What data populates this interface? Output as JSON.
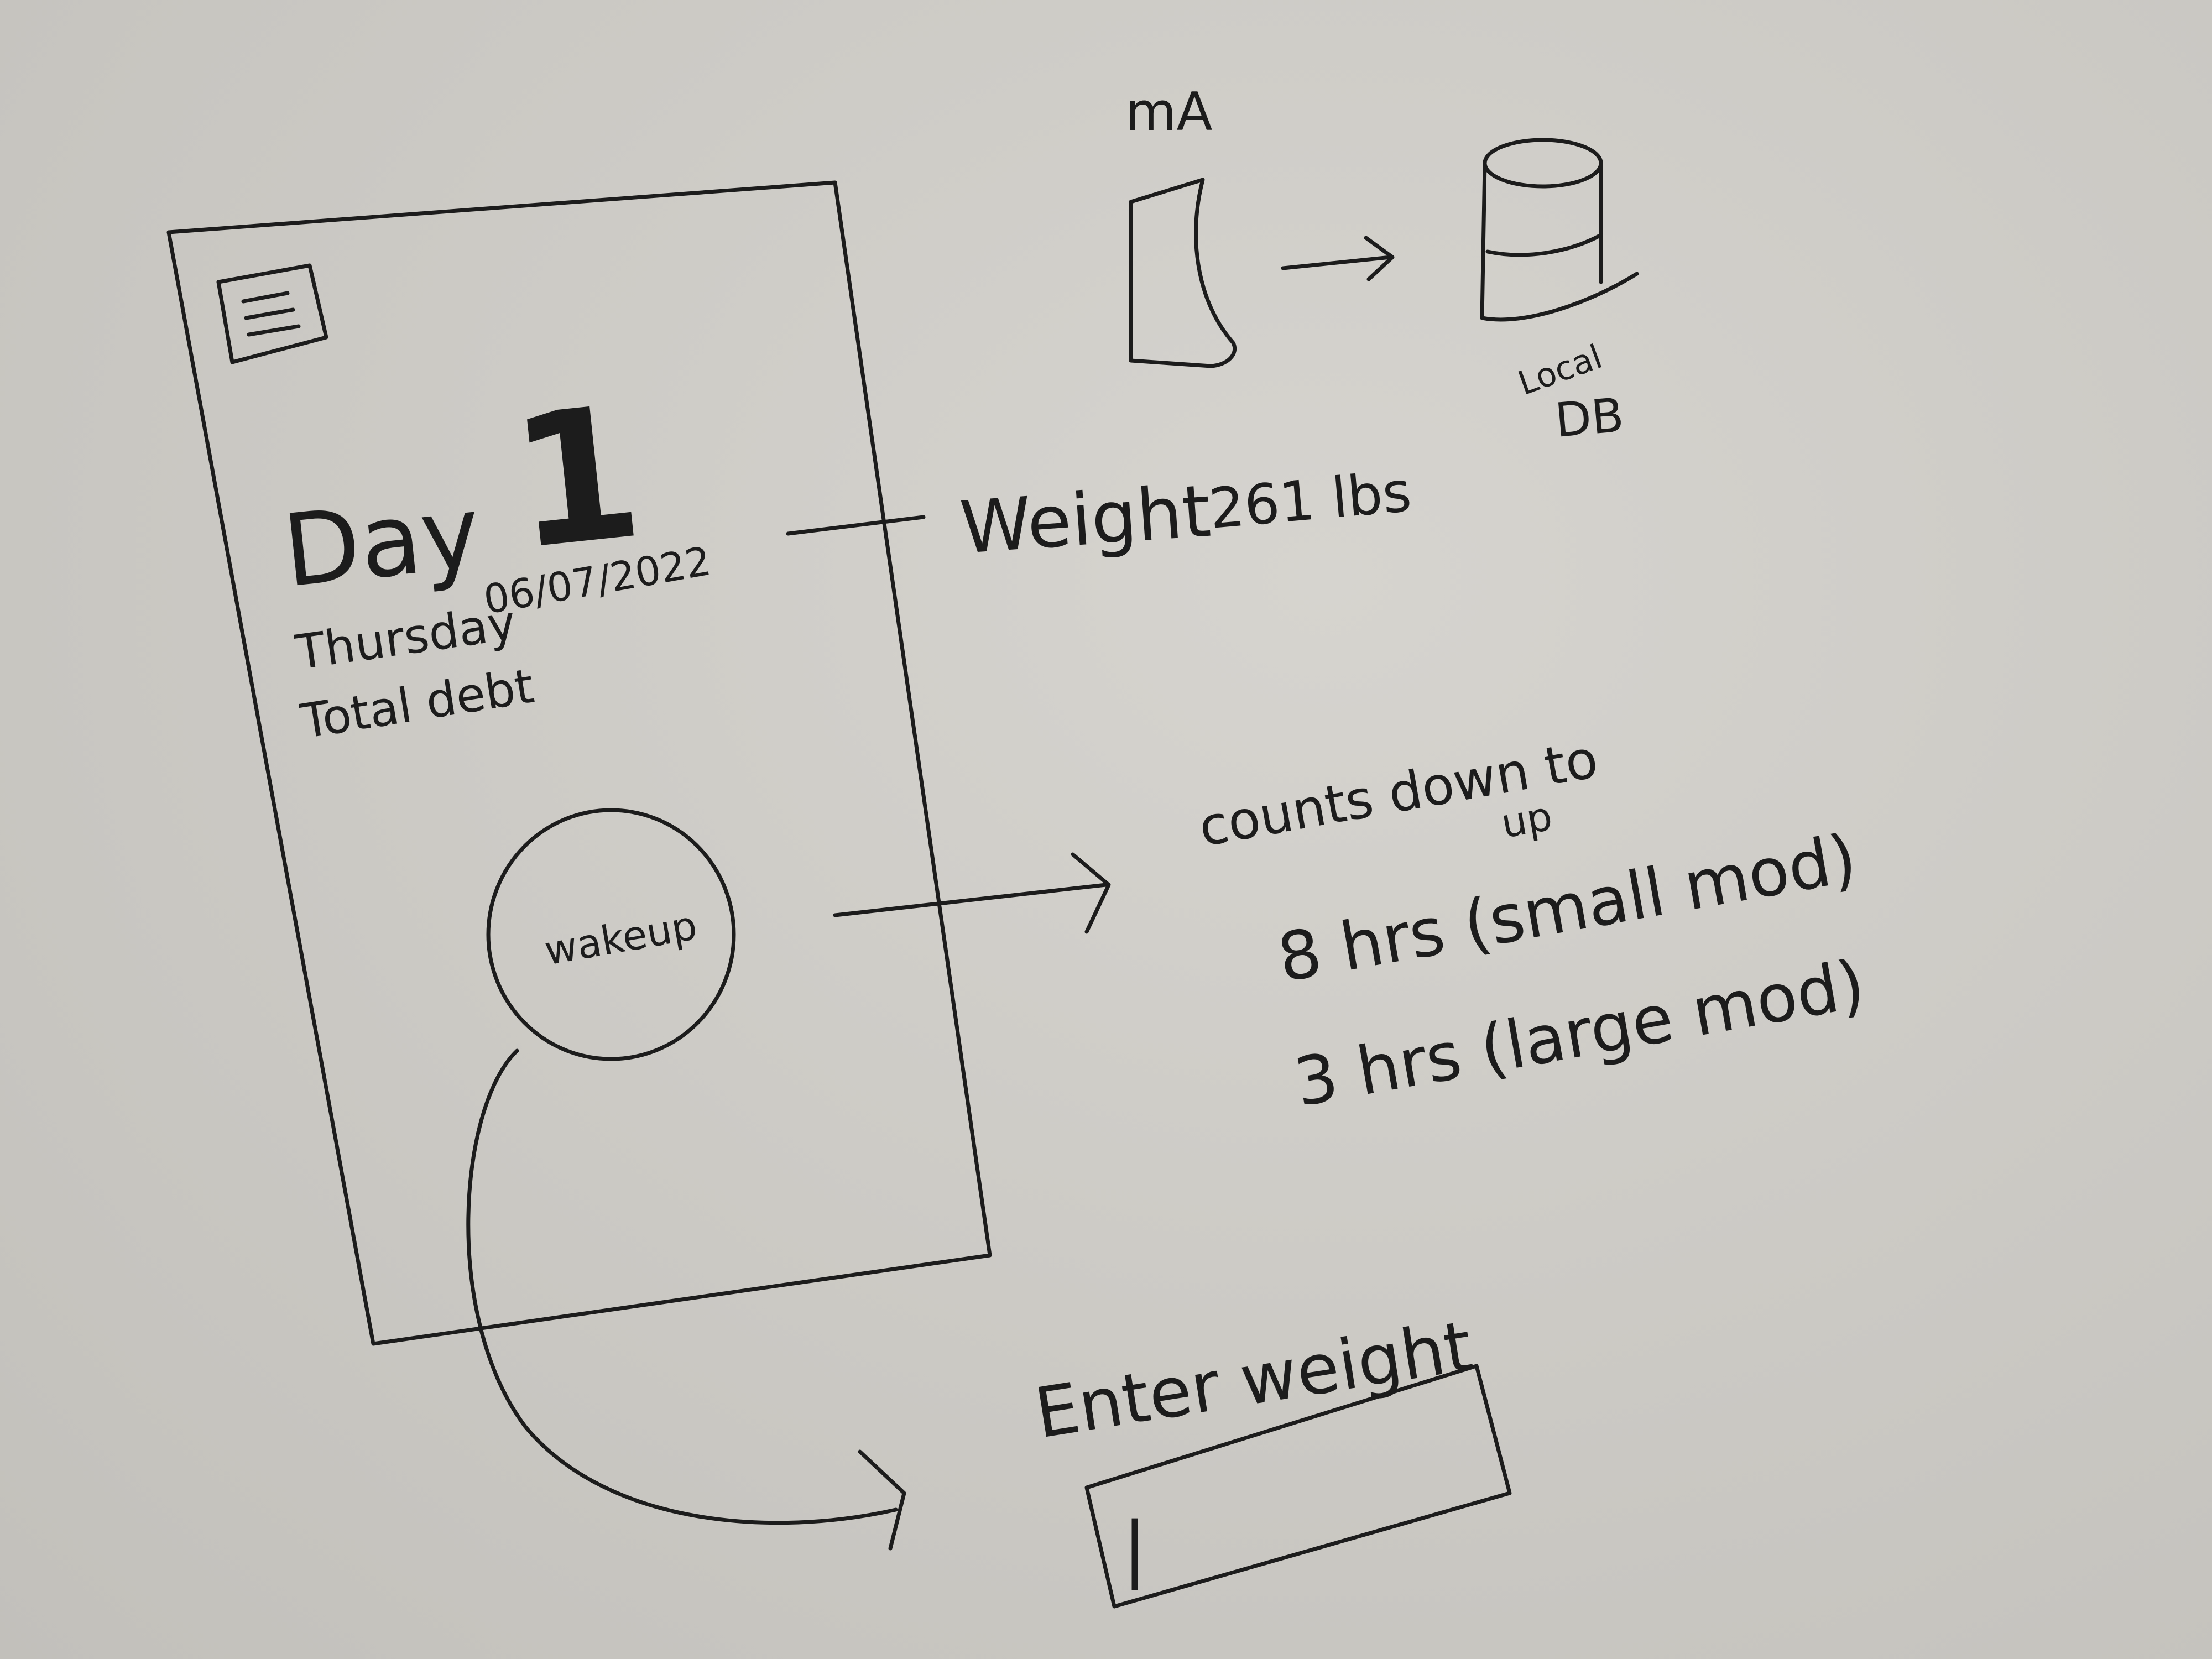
{
  "phone": {
    "menu_icon": "hamburger-menu-icon",
    "day_label": "Day",
    "day_number": "1",
    "date": "06/07/2022",
    "weekday": "Thursday",
    "total_label": "Total debt",
    "wakeup_button_label": "wakeup"
  },
  "notes": {
    "weight_label": "Weight",
    "weight_value": "261 lbs",
    "counts_line1": "counts down to",
    "counts_line1_correction": "up",
    "counts_line2": "8 hrs (small mod)",
    "counts_line3": "3 hrs (large mod)",
    "enter_label": "Enter weight",
    "input_cursor": "|"
  },
  "architecture": {
    "source_label": "mA",
    "source_icon": "device-icon",
    "db_icon": "database-icon",
    "db_label_line1": "Local",
    "db_label_line2": "DB"
  },
  "colors": {
    "ink": "#1c1c1c",
    "board": "#cfcdc8"
  }
}
